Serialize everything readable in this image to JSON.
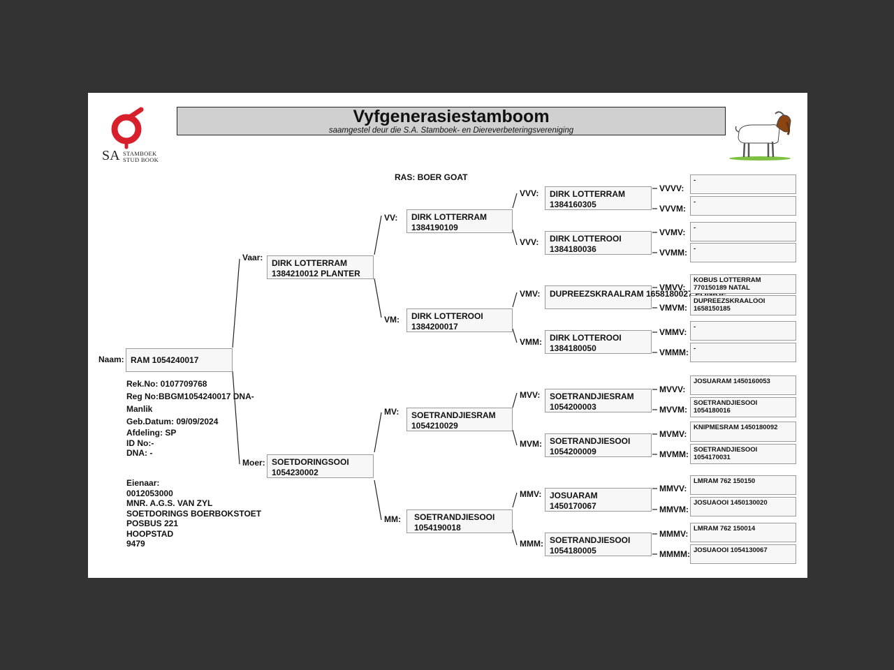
{
  "header": {
    "title": "Vyfgenerasiestamboom",
    "subtitle": "saamgestel deur die S.A. Stamboek- en Diereverbeteringsvereniging"
  },
  "logo": {
    "sa": "SA",
    "line1": "STAMBOEK",
    "line2": "STUD BOOK",
    "color": "#d8202c"
  },
  "breed": "RAS: BOER GOAT",
  "animal": {
    "label": "Naam:",
    "name": "RAM 1054240017",
    "details": [
      "Rek.No: 0107709768",
      "Reg No:BBGM1054240017 DNA-",
      "Manlik",
      "Geb.Datum: 09/09/2024",
      "Afdeling: SP",
      "ID No:-",
      "DNA: -"
    ],
    "owner": [
      "Eienaar:",
      "0012053000",
      "MNR. A.G.S. VAN ZYL",
      "SOETDORINGS BOERBOKSTOET",
      "POSBUS 221",
      "HOOPSTAD",
      "9479"
    ]
  },
  "gen1": {
    "sire": {
      "label": "Vaar:",
      "line1": "DIRK LOTTERRAM",
      "line2": "1384210012 PLANTER"
    },
    "dam": {
      "label": "Moer:",
      "line1": "SOETDORINGSOOI",
      "line2": "1054230002"
    }
  },
  "gen2": [
    {
      "label": "VV:",
      "line1": "DIRK LOTTERRAM",
      "line2": "1384190109"
    },
    {
      "label": "VM:",
      "line1": "DIRK LOTTEROOI",
      "line2": "1384200017"
    },
    {
      "label": "MV:",
      "line1": "SOETRANDJIESRAM",
      "line2": "1054210029"
    },
    {
      "label": "MM:",
      "line1": "SOETRANDJIESOOI",
      "line2": "1054190018"
    }
  ],
  "gen3": [
    {
      "label": "VVV:",
      "line1": "DIRK LOTTERRAM",
      "line2": "1384160305"
    },
    {
      "label": "VVV:",
      "line1": "DIRK LOTTEROOI",
      "line2": "1384180036"
    },
    {
      "label": "VMV:",
      "line1": "DUPREEZSKRAALRAM 1658180027 FONKIE",
      "line2": ""
    },
    {
      "label": "VMM:",
      "line1": "DIRK LOTTEROOI",
      "line2": "1384180050"
    },
    {
      "label": "MVV:",
      "line1": "SOETRANDJIESRAM",
      "line2": "1054200003"
    },
    {
      "label": "MVM:",
      "line1": "SOETRANDJIESOOI",
      "line2": "1054200009"
    },
    {
      "label": "MMV:",
      "line1": "JOSUARAM",
      "line2": "1450170067"
    },
    {
      "label": "MMM:",
      "line1": "SOETRANDJIESOOI",
      "line2": "1054180005"
    }
  ],
  "gen4": [
    {
      "label": "VVVV:",
      "line1": "-",
      "line2": ""
    },
    {
      "label": "VVVM:",
      "line1": "-",
      "line2": ""
    },
    {
      "label": "VVMV:",
      "line1": "-",
      "line2": ""
    },
    {
      "label": "VVMM:",
      "line1": "-",
      "line2": ""
    },
    {
      "label": "VMVV:",
      "line1": "KOBUS LOTTERRAM",
      "line2": "770150189 NATAL"
    },
    {
      "label": "VMVM:",
      "line1": "DUPREEZSKRAALOOI",
      "line2": "1658150185"
    },
    {
      "label": "VMMV:",
      "line1": "-",
      "line2": ""
    },
    {
      "label": "VMMM:",
      "line1": "-",
      "line2": ""
    },
    {
      "label": "MVVV:",
      "line1": "JOSUARAM 1450160053",
      "line2": ""
    },
    {
      "label": "MVVM:",
      "line1": "SOETRANDJIESOOI",
      "line2": "1054180016"
    },
    {
      "label": "MVMV:",
      "line1": "KNIPMESRAM 1450180092",
      "line2": ""
    },
    {
      "label": "MVMM:",
      "line1": "SOETRANDJIESOOI",
      "line2": "1054170031"
    },
    {
      "label": "MMVV:",
      "line1": "LMRAM 762 150150",
      "line2": ""
    },
    {
      "label": "MMVM:",
      "line1": "JOSUAOOI 1450130020",
      "line2": ""
    },
    {
      "label": "MMMV:",
      "line1": "LMRAM 762 150014",
      "line2": ""
    },
    {
      "label": "MMMM:",
      "line1": "JOSUAOOI 1054130067",
      "line2": ""
    }
  ]
}
